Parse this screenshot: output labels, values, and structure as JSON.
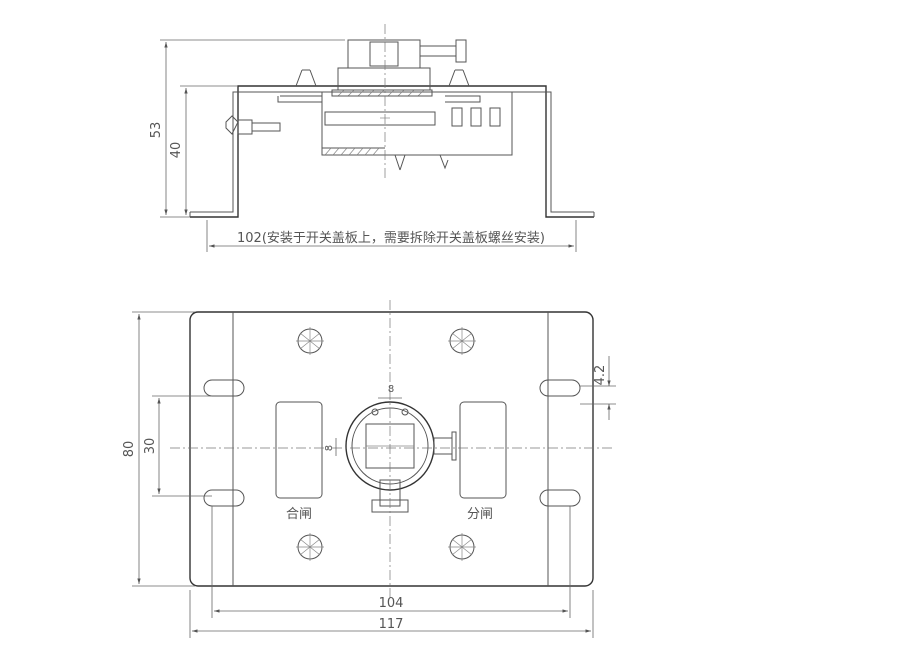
{
  "side_view": {
    "dim_height_outer": "53",
    "dim_height_inner": "40",
    "dim_width_note": "102(安装于开关盖板上，需要拆除开关盖板螺丝安装)"
  },
  "top_view": {
    "dim_height": "80",
    "dim_slot_spacing": "30",
    "dim_slot_width": "4.2",
    "dim_small_a": "8",
    "dim_small_b": "8",
    "dim_hole_spacing": "104",
    "dim_total_width": "117",
    "label_close": "合闸",
    "label_open": "分闸"
  }
}
